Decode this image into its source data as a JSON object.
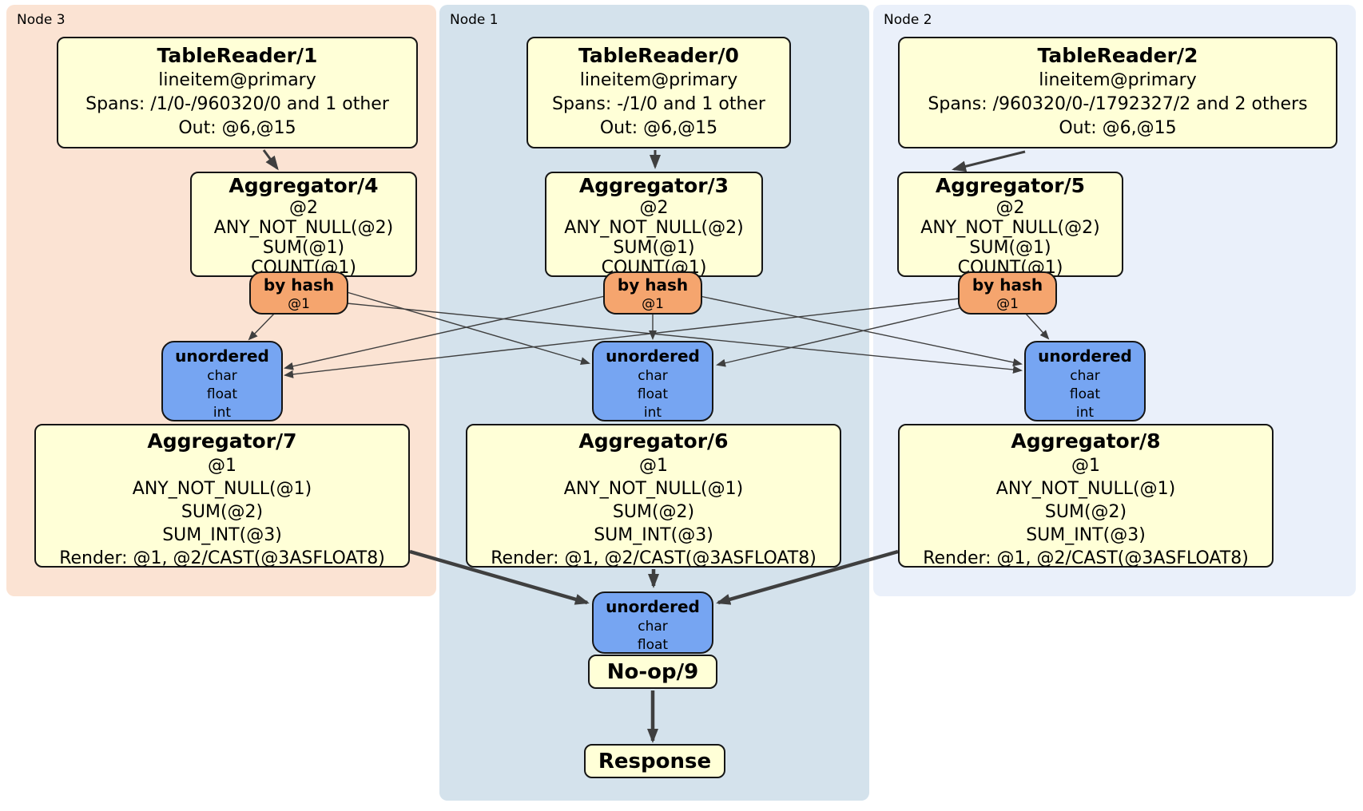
{
  "regions": {
    "node3": {
      "label": "Node 3",
      "color": "#fbe3d3"
    },
    "node1": {
      "label": "Node 1",
      "color": "#d4e2ec"
    },
    "node2": {
      "label": "Node 2",
      "color": "#eaf0fa"
    }
  },
  "node3": {
    "table_reader": {
      "title": "TableReader/1",
      "index": "lineitem@primary",
      "spans": "Spans: /1/0-/960320/0 and 1 other",
      "out": "Out: @6,@15"
    },
    "aggregator_top": {
      "title": "Aggregator/4",
      "lines": [
        "@2",
        "ANY_NOT_NULL(@2)",
        "SUM(@1)",
        "COUNT(@1)"
      ]
    },
    "router": {
      "title": "by hash",
      "key": "@1"
    },
    "sync": {
      "title": "unordered",
      "types": [
        "char",
        "float",
        "int"
      ]
    },
    "aggregator_bottom": {
      "title": "Aggregator/7",
      "lines": [
        "@1",
        "ANY_NOT_NULL(@1)",
        "SUM(@2)",
        "SUM_INT(@3)",
        "Render: @1, @2/CAST(@3ASFLOAT8)"
      ]
    }
  },
  "node1": {
    "table_reader": {
      "title": "TableReader/0",
      "index": "lineitem@primary",
      "spans": "Spans: -/1/0 and 1 other",
      "out": "Out: @6,@15"
    },
    "aggregator_top": {
      "title": "Aggregator/3",
      "lines": [
        "@2",
        "ANY_NOT_NULL(@2)",
        "SUM(@1)",
        "COUNT(@1)"
      ]
    },
    "router": {
      "title": "by hash",
      "key": "@1"
    },
    "sync": {
      "title": "unordered",
      "types": [
        "char",
        "float",
        "int"
      ]
    },
    "aggregator_bottom": {
      "title": "Aggregator/6",
      "lines": [
        "@1",
        "ANY_NOT_NULL(@1)",
        "SUM(@2)",
        "SUM_INT(@3)",
        "Render: @1, @2/CAST(@3ASFLOAT8)"
      ]
    }
  },
  "node2": {
    "table_reader": {
      "title": "TableReader/2",
      "index": "lineitem@primary",
      "spans": "Spans: /960320/0-/1792327/2 and 2 others",
      "out": "Out: @6,@15"
    },
    "aggregator_top": {
      "title": "Aggregator/5",
      "lines": [
        "@2",
        "ANY_NOT_NULL(@2)",
        "SUM(@1)",
        "COUNT(@1)"
      ]
    },
    "router": {
      "title": "by hash",
      "key": "@1"
    },
    "sync": {
      "title": "unordered",
      "types": [
        "char",
        "float",
        "int"
      ]
    },
    "aggregator_bottom": {
      "title": "Aggregator/8",
      "lines": [
        "@1",
        "ANY_NOT_NULL(@1)",
        "SUM(@2)",
        "SUM_INT(@3)",
        "Render: @1, @2/CAST(@3ASFLOAT8)"
      ]
    }
  },
  "final": {
    "sync": {
      "title": "unordered",
      "types": [
        "char",
        "float"
      ]
    },
    "noop_label": "No-op/9",
    "response_label": "Response"
  }
}
